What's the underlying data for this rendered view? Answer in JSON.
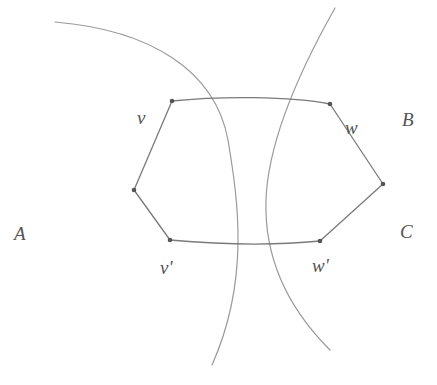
{
  "diagram": {
    "labels": [
      "v",
      "w",
      "B",
      "A",
      "C",
      "v'",
      "w'"
    ]
  }
}
